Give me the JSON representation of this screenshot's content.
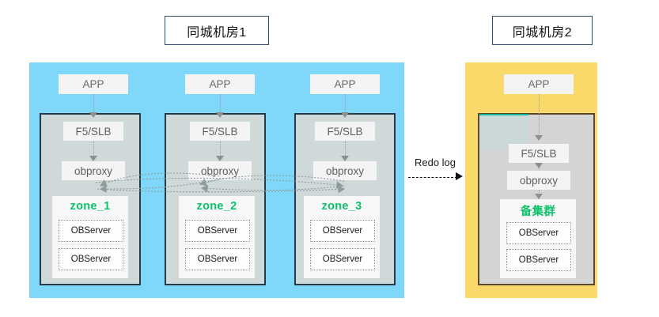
{
  "diagram": {
    "type": "architecture-diagram",
    "description": "OceanBase same-city dual data center deployment: primary cluster with three zones and a standby cluster synchronized by redo log"
  },
  "titles": {
    "primary": "同城机房1",
    "standby": "同城机房2"
  },
  "colors": {
    "primary_region": "#7FD7FA",
    "standby_region": "#FAD96B",
    "zone_container_fill": "#CFD9D9",
    "zone_container_border": "#243B4A",
    "standby_container_fill": "#D4D4D4",
    "standby_container_border": "#5C4A2C",
    "standby_accent_top": "#13B2A0",
    "zone_label_green": "#0EC26A",
    "node_fill": "#F4F4F4",
    "node_text": "#5F5F5F",
    "arrow_gray": "#8F8F8F",
    "redo_arrow": "#111111"
  },
  "primary_region": {
    "columns": [
      {
        "app_label": "APP",
        "lb_label": "F5/SLB",
        "proxy_label": "obproxy",
        "zone_label": "zone_1",
        "servers": [
          "OBServer",
          "OBServer"
        ]
      },
      {
        "app_label": "APP",
        "lb_label": "F5/SLB",
        "proxy_label": "obproxy",
        "zone_label": "zone_2",
        "servers": [
          "OBServer",
          "OBServer"
        ]
      },
      {
        "app_label": "APP",
        "lb_label": "F5/SLB",
        "proxy_label": "obproxy",
        "zone_label": "zone_3",
        "servers": [
          "OBServer",
          "OBServer"
        ]
      }
    ]
  },
  "standby_region": {
    "column": {
      "app_label": "APP",
      "lb_label": "F5/SLB",
      "proxy_label": "obproxy",
      "zone_label": "备集群",
      "servers": [
        "OBServer",
        "OBServer"
      ]
    }
  },
  "replication": {
    "label": "Redo log",
    "direction": "primary-to-standby",
    "style": "dashed-arrow"
  },
  "mesh": {
    "description": "Dotted bidirectional links connecting obproxy of each zone to every zone",
    "link_count": 6
  }
}
